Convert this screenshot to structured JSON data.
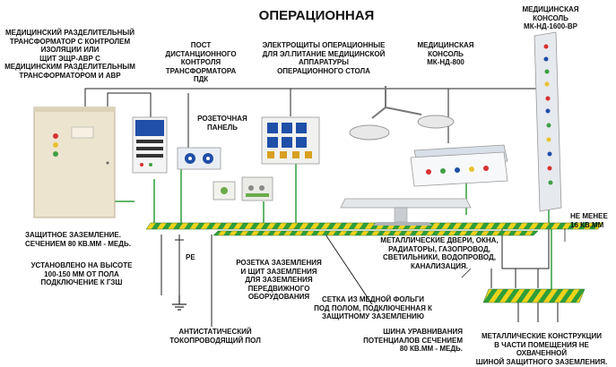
{
  "title": "ОПЕРАЦИОННАЯ",
  "labels": {
    "transformer": "МЕДИЦИНСКИЙ РАЗДЕЛИТЕЛЬНЫЙ\nТРАНСФОРМАТОР С КОНТРОЛЕМ\nИЗОЛЯЦИИ ИЛИ\nЩИТ ЭЩР-АВР С\nМЕДИЦИНСКИМ РАЗДЕЛИТЕЛЬНЫМ\nТРАНСФОРМАТОРОМ И АВР",
    "remote_post": "ПОСТ\nДИСТАНЦИОННОГО\nКОНТРОЛЯ\nТРАНСФОРМАТОРА\nПДК",
    "socket_panel": "РОЗЕТОЧНАЯ\nПАНЕЛЬ",
    "switchboards": "ЭЛЕКТРОЩИТЫ ОПЕРАЦИОННЫЕ\nДЛЯ ЭЛ.ПИТАНИЕ МЕДИЦИНСКОЙ\nАППАРАТУРЫ\nОПЕРАЦИОННОГО СТОЛА",
    "console_800": "МЕДИЦИНСКАЯ\nКОНСОЛЬ\nМК-НД-800",
    "console_1600": "МЕДИЦИНСКАЯ\nКОНСОЛЬ\nМК-НД-1600-ВР",
    "earthing": "ЗАЩИТНОЕ ЗАЗЕМЛЕНИЕ.\nСЕЧЕНИЕМ 80 КВ.ММ - МЕДЬ.",
    "height": "УСТАНОВЛЕНО НА ВЫСОТЕ\n100-150 ММ ОТ ПОЛА\nПОДКЛЮЧЕНИЕ К ГЗШ",
    "pe": "PE",
    "earth_socket": "РОЗЕТКА ЗАЗЕМЛЕНИЯ\nИ ЩИТ ЗАЗЕМЛЕНИЯ\nДЛЯ ЗАЗЕМЛЕНИЯ\nПЕРЕДВИЖНОГО\nОБОРУДОВАНИЯ",
    "antistatic": "АНТИСТАТИЧЕСКИЙ\nТОКОПРОВОДЯЩИЙ ПОЛ",
    "mesh": "СЕТКА ИЗ МЕДНОЙ ФОЛЬГИ\nПОД ПОЛОМ, ПОДКЛЮЧЕННАЯ К\nЗАЩИТНОМУ ЗАЗЕМЛЕНИЮ",
    "metal_doors": "МЕТАЛЛИЧЕСКИЕ ДВЕРИ, ОКНА,\nРАДИАТОРЫ, ГАЗОПРОВОД,\nСВЕТИЛЬНИКИ, ВОДОПРОВОД,\nКАНАЛИЗАЦИЯ.",
    "min16": "НЕ МЕНЕЕ\n16 КВ.ММ",
    "bus": "ШИНА УРАВНИВАНИЯ\nПОТЕНЦИАЛОВ СЕЧЕНИЕМ\n80 КВ.ММ - МЕДЬ.",
    "structures": "МЕТАЛЛИЧЕСКИЕ КОНСТРУКЦИИ\nВ ЧАСТИ ПОМЕЩЕНИЯ НЕ ОХВАЧЕННОЙ\nШИНОЙ ЗАЩИТНОГО ЗАЗЕМЛЕНИЯ."
  },
  "colors": {
    "bus_green": "#2e9e3a",
    "bus_yellow": "#f2d21b",
    "wire": "#222222",
    "cabinet": "#ece4cf",
    "panel_blue": "#1f4fa8"
  },
  "icons": [
    "ground-symbol-icon",
    "operating-lamp-icon",
    "operating-table-icon"
  ]
}
